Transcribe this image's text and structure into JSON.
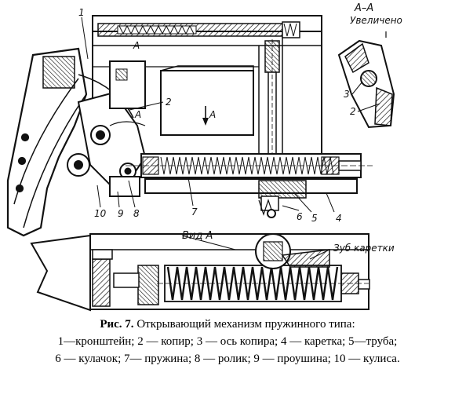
{
  "figure": {
    "section_label": "А–А",
    "magnified_label": "Увеличено",
    "view_label": "Вид А",
    "tooth_label": "Зуб каретки",
    "arrow_label_top": "А",
    "arrow_label_mid": "А",
    "arrow_label_center": "А",
    "part_numbers": {
      "p1": "1",
      "p2": "2",
      "p2_inset": "2",
      "p3_inset": "3",
      "p4": "4",
      "p5": "5",
      "p6": "6",
      "p7": "7",
      "p8": "8",
      "p9": "9",
      "p10": "10"
    }
  },
  "caption": {
    "fig_label": "Рис. 7.",
    "title": " Открывающий механизм пружинного типа:",
    "line2": "1—кронштейн; 2 — копир; 3 — ось копира; 4 — каретка; 5—труба;",
    "line3": "6 — кулачок; 7— пружина; 8 — ролик; 9 — проушина; 10 — кулиса."
  }
}
